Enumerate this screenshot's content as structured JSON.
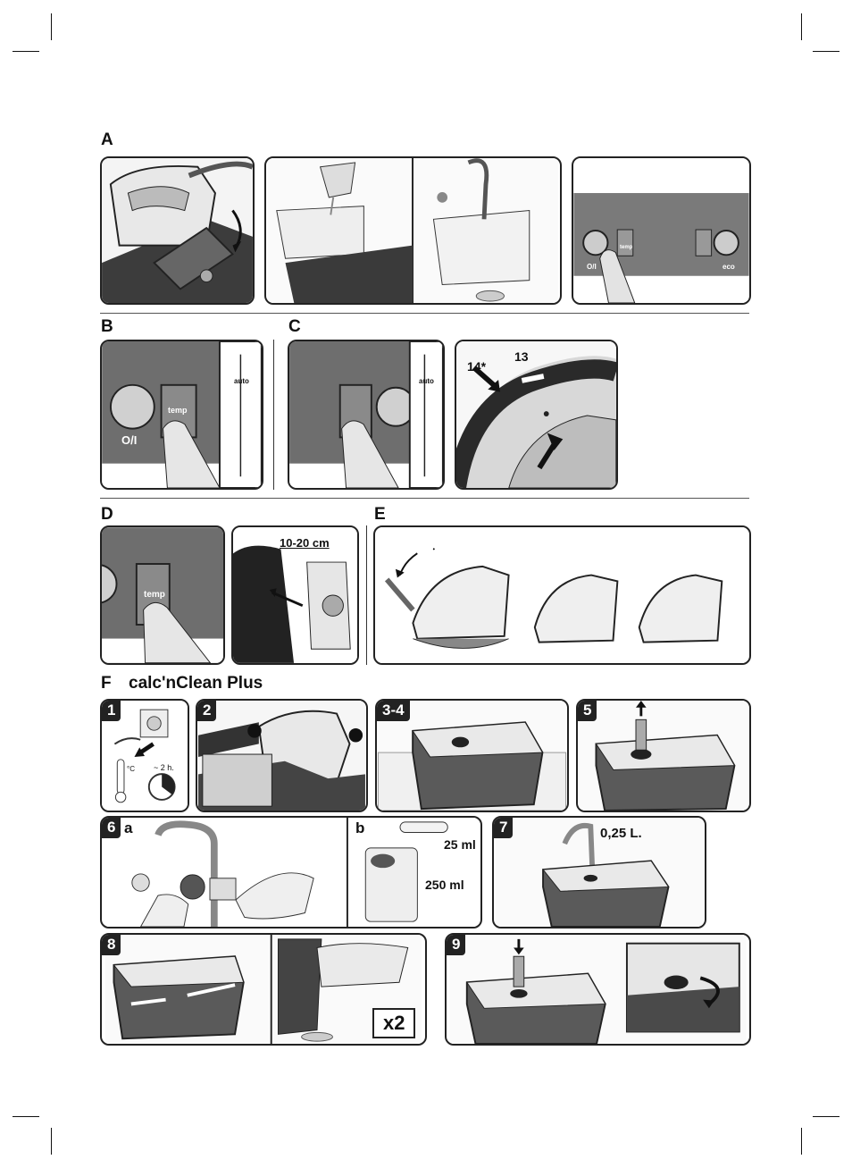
{
  "sections": {
    "a": "A",
    "b": "B",
    "c": "C",
    "d": "D",
    "e": "E",
    "f": "F",
    "f_title": "calc'nClean Plus"
  },
  "panel_texts": {
    "b_oi": "O/I",
    "b_temp": "temp",
    "b_auto": "auto",
    "c_auto": "auto",
    "c_14": "14*",
    "c_13": "13",
    "d_temp": "temp",
    "d_distance": "10-20 cm",
    "a_oi": "O/I",
    "a_eco": "eco",
    "a_temp": "temp"
  },
  "steps": {
    "s1": "1",
    "s1_time": "~ 2 h.",
    "s1_temp": "°C",
    "s2": "2",
    "s34": "3-4",
    "s5": "5",
    "s6": "6",
    "s6a": "a",
    "s6b": "b",
    "s6_25": "25 ml",
    "s6_250": "250 ml",
    "s7": "7",
    "s7_volume": "0,25 L.",
    "s8": "8",
    "s8_repeat": "x2",
    "s9": "9"
  },
  "colors": {
    "dark": "#4a4a4a",
    "mid": "#8a8a8a",
    "light": "#d9d9d9",
    "ink": "#111111"
  }
}
